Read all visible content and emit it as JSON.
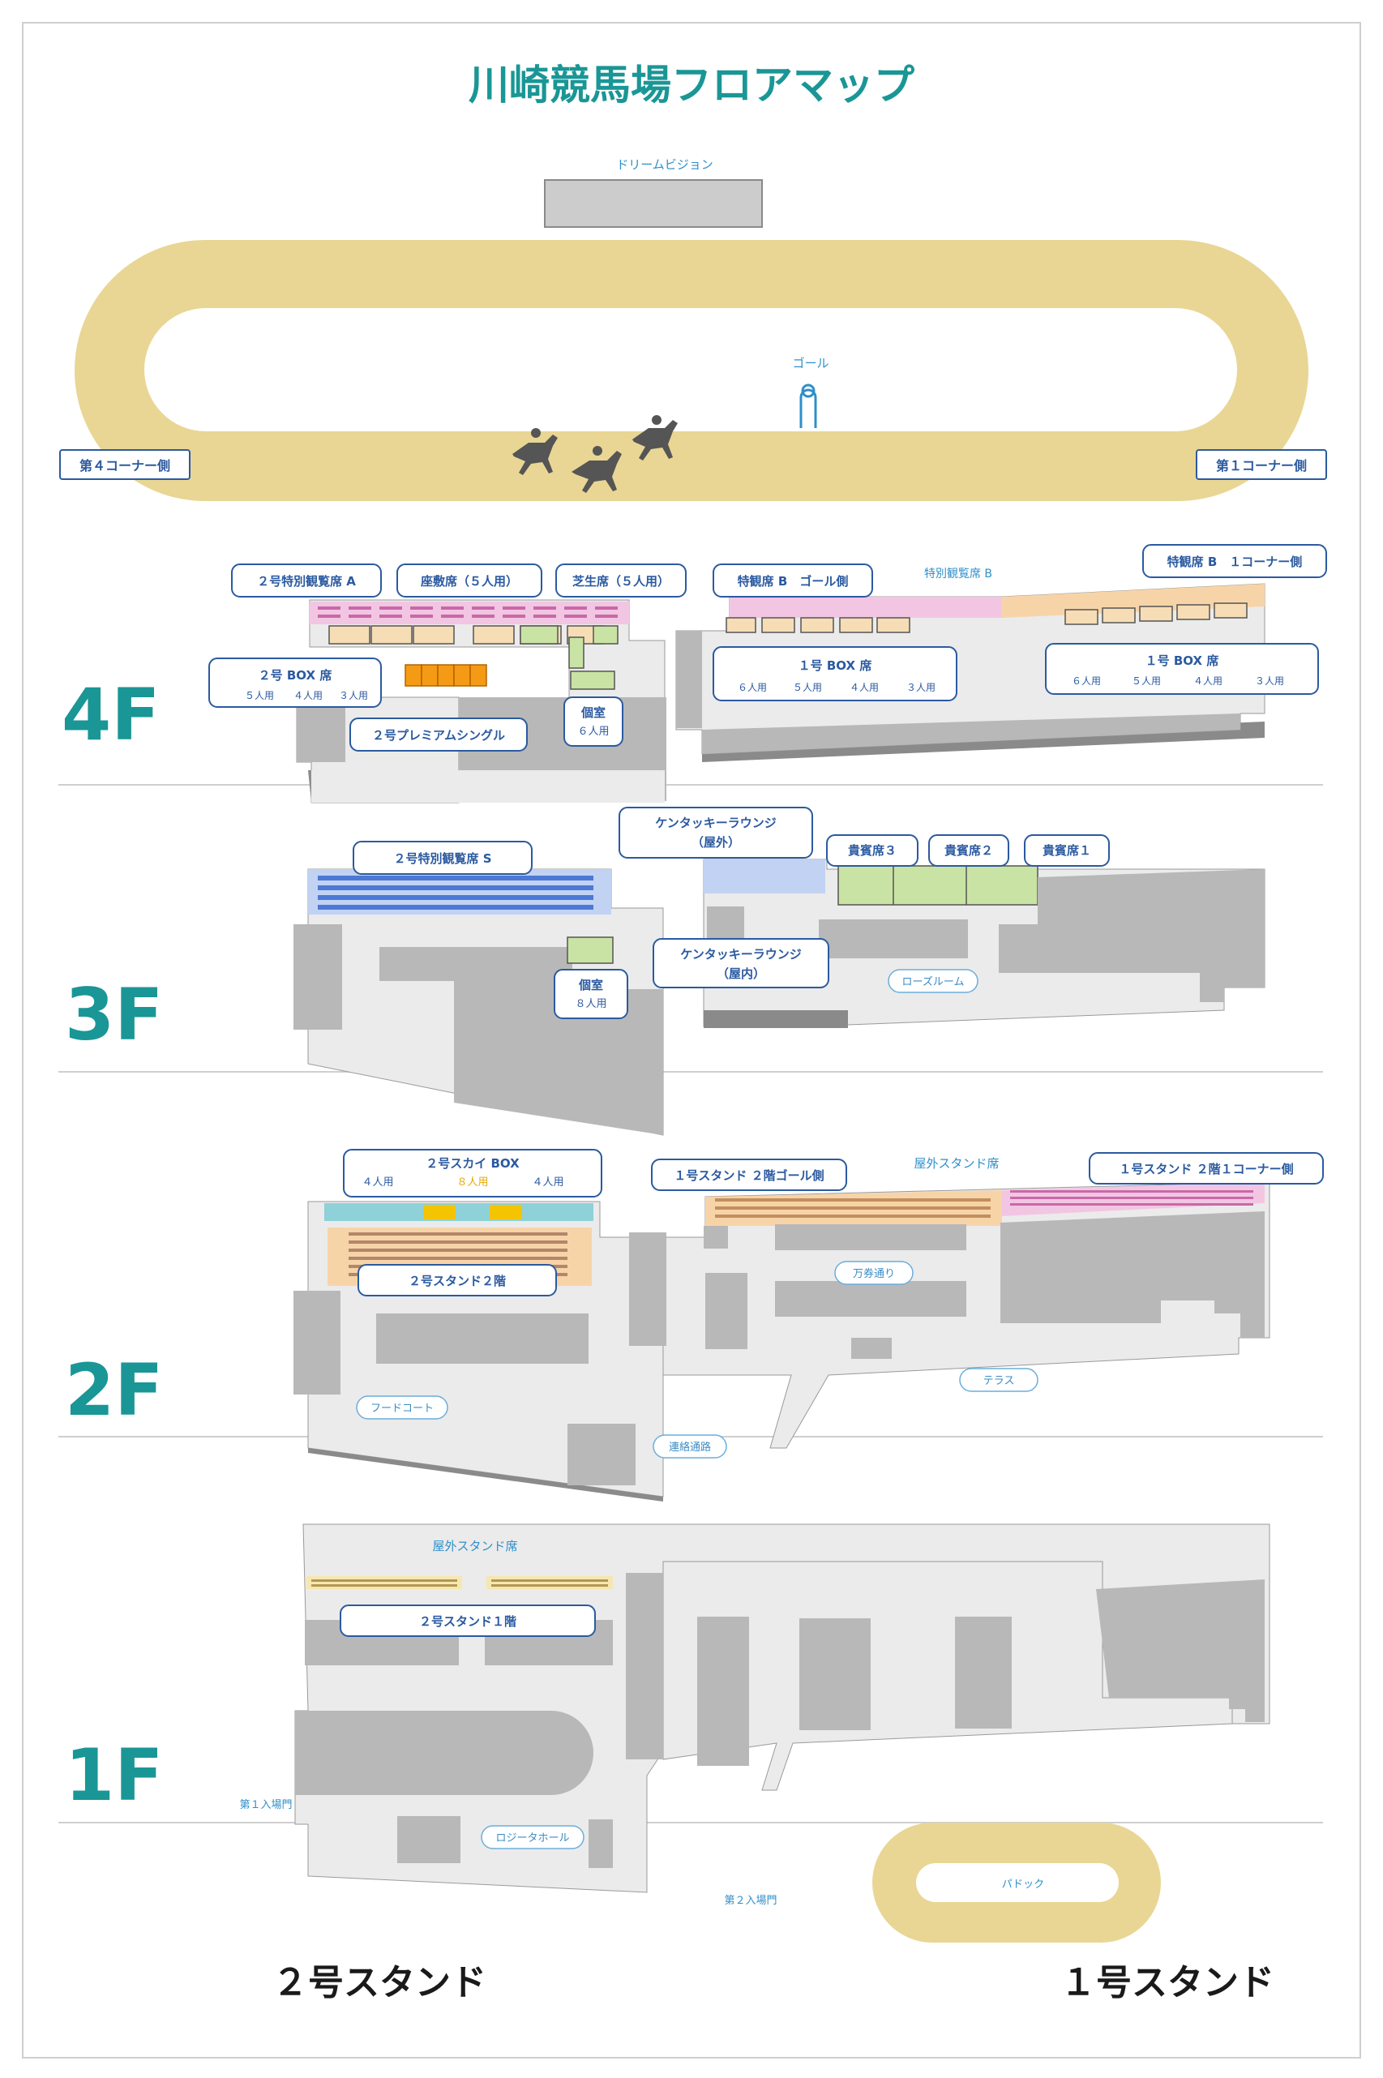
{
  "title": "川崎競馬場フロアマップ",
  "course": {
    "dream_vision": "ドリームビジョン",
    "goal": "ゴール",
    "corner4": "第４コーナー側",
    "corner1": "第１コーナー側",
    "paddock": "パドック"
  },
  "floors": {
    "f4": "4F",
    "f3": "3F",
    "f2": "2F",
    "f1": "1F"
  },
  "stands": {
    "stand2": "２号スタンド",
    "stand1": "１号スタンド"
  },
  "f4": {
    "special_a": "２号特別観覧席 A",
    "zashiki": "座敷席（５人用）",
    "shibafu": "芝生席（５人用）",
    "tokkan_b_goal": "特観席 B　ゴール側",
    "tokkan_b_label": "特別観覧席 B",
    "tokkan_b_corner": "特観席 B　１コーナー側",
    "box2_title": "２号 BOX 席",
    "box2_sizes": [
      "５人用",
      "４人用",
      "３人用"
    ],
    "premium": "２号プレミアムシングル",
    "koshitsu": "個室",
    "koshitsu_size": "６人用",
    "box1_goal_title": "１号 BOX 席",
    "box1_goal_sizes": [
      "６人用",
      "５人用",
      "４人用",
      "３人用"
    ],
    "box1_corner_title": "１号 BOX 席",
    "box1_corner_sizes": [
      "６人用",
      "５人用",
      "４人用",
      "３人用"
    ]
  },
  "f3": {
    "special_s": "２号特別観覧席 S",
    "kentucky_out_1": "ケンタッキーラウンジ",
    "kentucky_out_2": "（屋外）",
    "kihin3": "貴賓席３",
    "kihin2": "貴賓席２",
    "kihin1": "貴賓席１",
    "koshitsu": "個室",
    "koshitsu_size": "８人用",
    "kentucky_in_1": "ケンタッキーラウンジ",
    "kentucky_in_2": "（屋内）",
    "rose_room": "ローズルーム"
  },
  "f2": {
    "sky_box": "２号スカイ BOX",
    "sky_sizes": [
      "４人用",
      "８人用",
      "４人用"
    ],
    "stand1_goal": "１号スタンド ２階ゴール側",
    "outdoor_stand": "屋外スタンド席",
    "stand1_corner": "１号スタンド ２階１コーナー側",
    "stand2_2f": "２号スタンド２階",
    "mankenn": "万券通り",
    "food_court": "フードコート",
    "terrace": "テラス",
    "renraku": "連絡通路"
  },
  "f1": {
    "outdoor_stand": "屋外スタンド席",
    "stand2_1f": "２号スタンド１階",
    "gate1": "第１入場門",
    "gate2": "第２入場門",
    "logista": "ロジータホール"
  },
  "colors": {
    "teal": "#1a9696",
    "track": "#e8d58f",
    "building": "#ebebeb",
    "dark": "#b4b4b4",
    "callout_border": "#2b5aa0"
  }
}
